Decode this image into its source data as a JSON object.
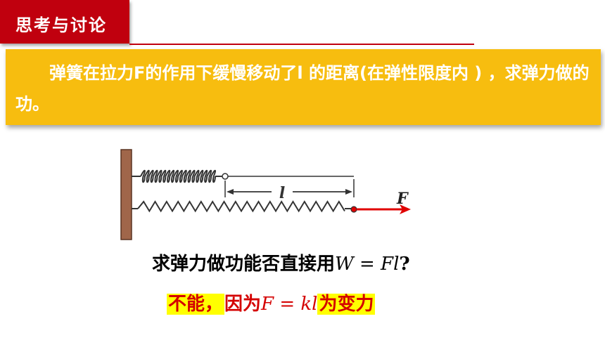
{
  "title": "思考与讨论",
  "problem": "弹簧在拉力F的作用下缓慢移动了l 的距离(在弹性限度内 ) ，求弹力做的功。",
  "diagram": {
    "displacement_label": "l",
    "force_label": "F"
  },
  "question": {
    "prefix": "求弹力做功能否直接用",
    "formula": "W = Fl",
    "suffix": "?"
  },
  "answer": {
    "part1": "不能，",
    "part2": "因为",
    "formula": "F = kl",
    "part3": "为变力"
  },
  "colors": {
    "title_bg": "#c0000e",
    "box_bg": "#f7bd0f",
    "answer_text": "#d40000",
    "highlight": "#ffff00",
    "force_arrow": "#e00000",
    "wall": "#a0664a"
  }
}
